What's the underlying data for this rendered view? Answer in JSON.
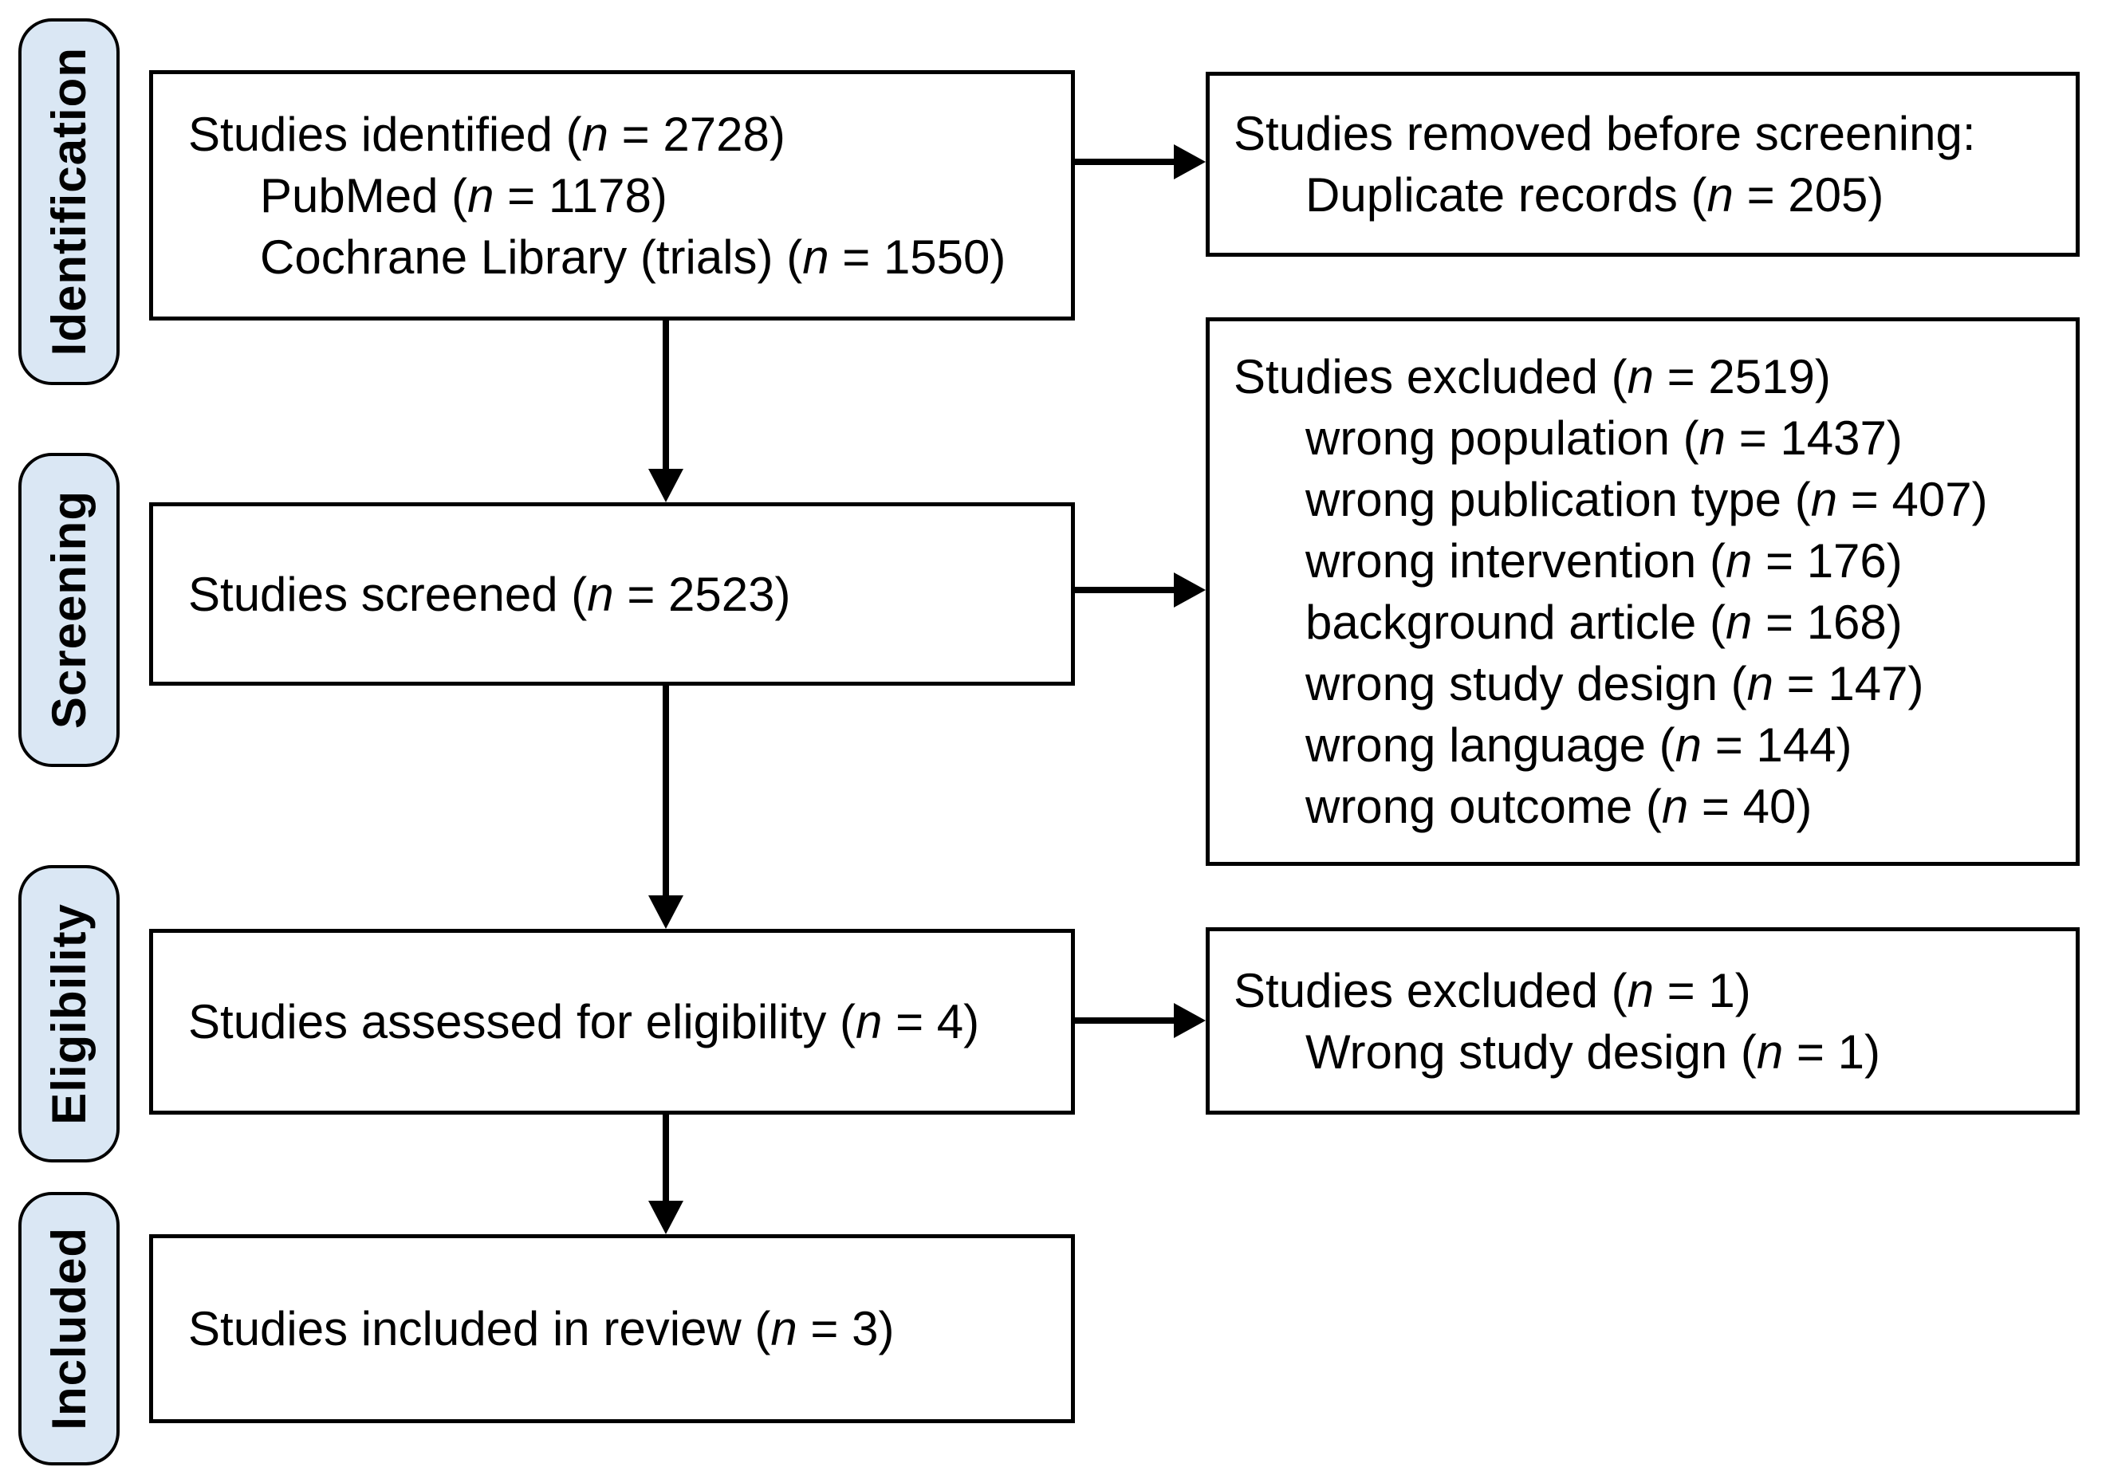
{
  "colors": {
    "stage_label_bg": "#dae7f4",
    "box_bg": "#ffffff",
    "line": "#000000"
  },
  "stages": [
    {
      "label": "Identification"
    },
    {
      "label": "Screening"
    },
    {
      "label": "Eligibility"
    },
    {
      "label": "Included"
    }
  ],
  "flow_boxes": [
    {
      "id": "studies-identified",
      "lines": [
        {
          "text": "Studies identified (n = 2728)",
          "indent": 0
        },
        {
          "text": "PubMed (n = 1178)",
          "indent": 1
        },
        {
          "text": "Cochrane Library (trials) (n = 1550)",
          "indent": 1
        }
      ]
    },
    {
      "id": "studies-screened",
      "lines": [
        {
          "text": "Studies screened (n = 2523)",
          "indent": 0
        }
      ]
    },
    {
      "id": "studies-assessed",
      "lines": [
        {
          "text": "Studies assessed for eligibility (n = 4)",
          "indent": 0
        }
      ]
    },
    {
      "id": "studies-included",
      "lines": [
        {
          "text": "Studies included in review (n = 3)",
          "indent": 0
        }
      ]
    }
  ],
  "side_boxes": [
    {
      "id": "removed-before-screening",
      "lines": [
        {
          "text": "Studies removed before screening:",
          "indent": 0
        },
        {
          "text": "Duplicate records (n = 205)",
          "indent": 1
        }
      ]
    },
    {
      "id": "excluded-at-screening",
      "lines": [
        {
          "text": "Studies excluded (n = 2519)",
          "indent": 0
        },
        {
          "text": "wrong population (n = 1437)",
          "indent": 1
        },
        {
          "text": "wrong publication type (n = 407)",
          "indent": 1
        },
        {
          "text": "wrong intervention (n = 176)",
          "indent": 1
        },
        {
          "text": "background article (n = 168)",
          "indent": 1
        },
        {
          "text": "wrong study design (n = 147)",
          "indent": 1
        },
        {
          "text": "wrong language (n = 144)",
          "indent": 1
        },
        {
          "text": "wrong outcome (n = 40)",
          "indent": 1
        }
      ]
    },
    {
      "id": "excluded-at-eligibility",
      "lines": [
        {
          "text": "Studies excluded (n = 1)",
          "indent": 0
        },
        {
          "text": "Wrong study design (n = 1)",
          "indent": 1
        }
      ]
    }
  ]
}
